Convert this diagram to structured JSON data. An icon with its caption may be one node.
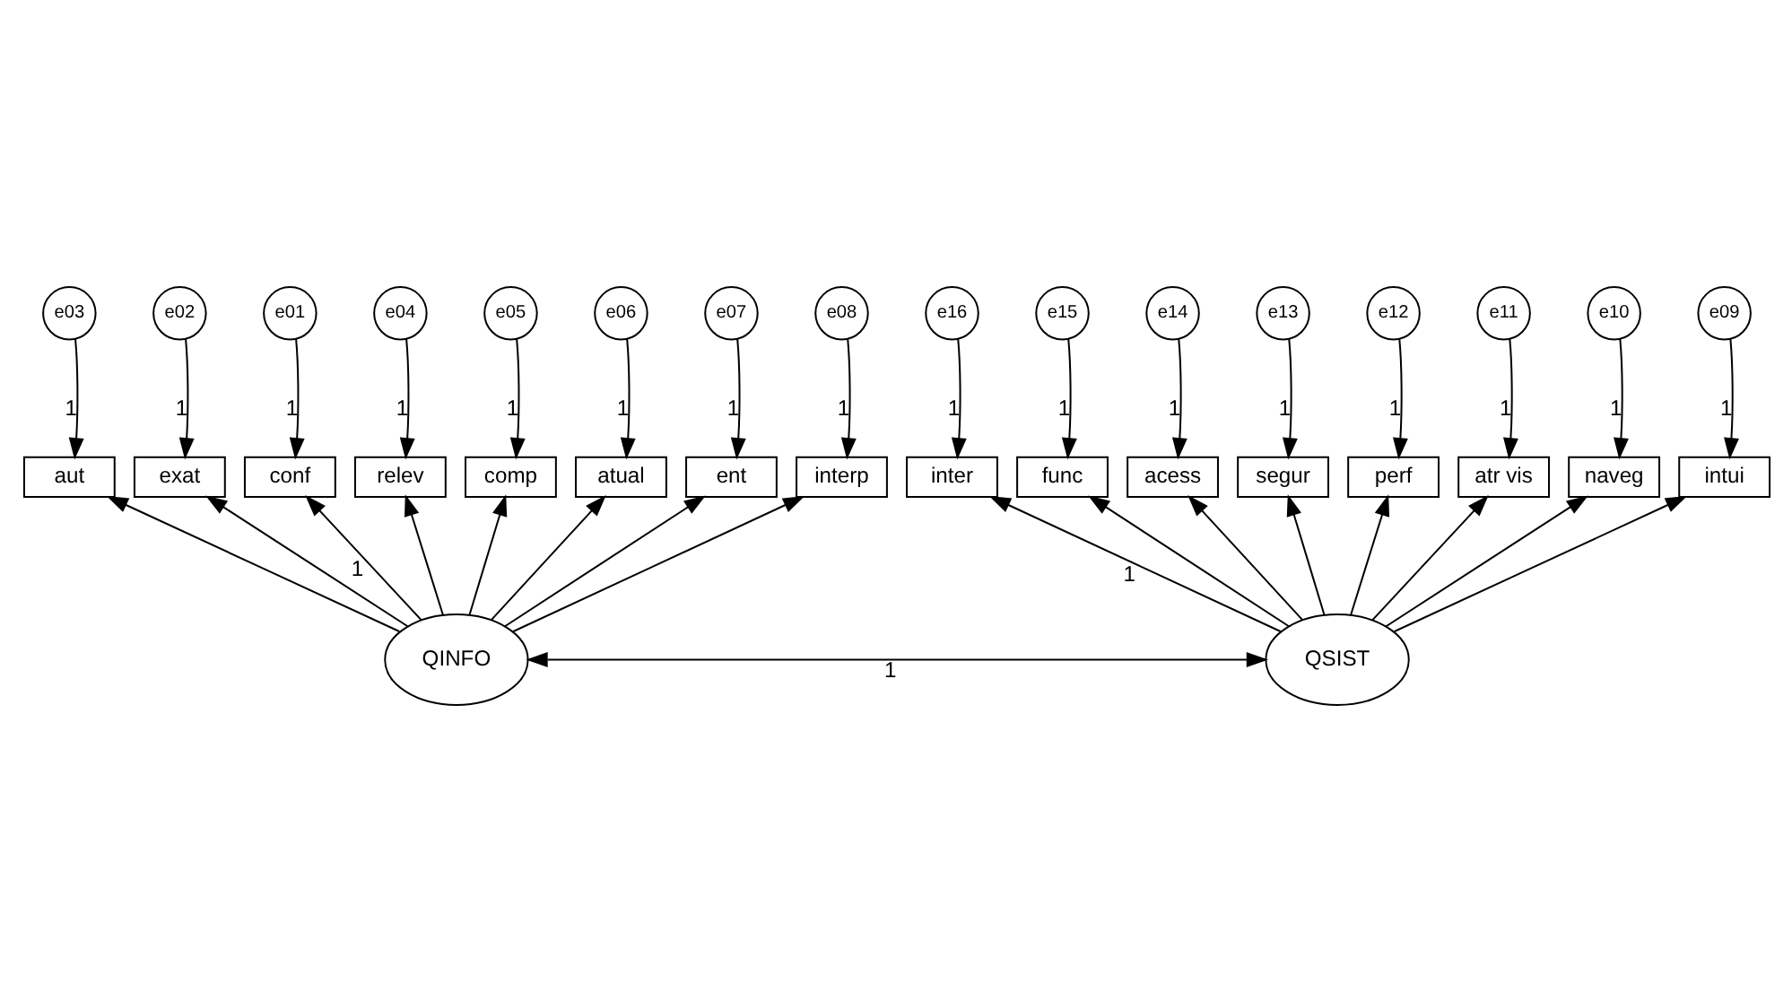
{
  "diagram": {
    "nodes": [
      {
        "text": [
          "e03"
        ]
      },
      {
        "text": [
          "e02"
        ]
      },
      {
        "text": [
          "e01"
        ]
      },
      {
        "text": [
          "e16"
        ]
      },
      {
        "text": [
          "e15"
        ]
      },
      {
        "text": [
          "e14"
        ]
      },
      {
        "text": [
          "aut"
        ]
      },
      {
        "text": [
          "exat"
        ]
      },
      {
        "text": [
          "conf"
        ]
      },
      {
        "text": [
          "inter"
        ]
      },
      {
        "text": [
          "func"
        ]
      },
      {
        "text": [
          "acess"
        ]
      },
      {
        "text": [
          "e04"
        ]
      },
      {
        "text": [
          "relev"
        ]
      },
      {
        "text": [
          "segur"
        ]
      },
      {
        "text": [
          "e13"
        ]
      },
      {
        "text": [
          "e05"
        ]
      },
      {
        "text": [
          "comp"
        ]
      },
      {
        "text": [
          "perf"
        ]
      },
      {
        "text": [
          "e12"
        ]
      },
      {
        "text": [
          "e06"
        ]
      },
      {
        "text": [
          "atual"
        ]
      },
      {
        "text": [
          "atr vis"
        ]
      },
      {
        "text": [
          "e11"
        ]
      },
      {
        "text": [
          "e07"
        ]
      },
      {
        "text": [
          "ent"
        ]
      },
      {
        "text": [
          "QINFO"
        ]
      },
      {
        "text": [
          "QSIST"
        ]
      },
      {
        "text": [
          "naveg"
        ]
      },
      {
        "text": [
          "e10"
        ]
      },
      {
        "text": [
          "e08"
        ]
      },
      {
        "text": [
          "interp"
        ]
      },
      {
        "text": [
          "intui"
        ]
      },
      {
        "text": [
          "e09"
        ]
      }
    ],
    "edges": [
      {
        "from": 0,
        "to": 6,
        "arrow": "to",
        "label": "1"
      },
      {
        "from": 1,
        "to": 7,
        "arrow": "to",
        "label": "1"
      },
      {
        "from": 2,
        "to": 8,
        "arrow": "to",
        "label": "1"
      },
      {
        "from": 3,
        "to": 9,
        "arrow": "to",
        "label": "1"
      },
      {
        "from": 4,
        "to": 10,
        "arrow": "to",
        "label": "1"
      },
      {
        "from": 5,
        "to": 11,
        "arrow": "to",
        "label": "1"
      },
      {
        "from": 12,
        "to": 13,
        "arrow": "to",
        "label": "1"
      },
      {
        "from": 15,
        "to": 14,
        "arrow": "to",
        "label": "1"
      },
      {
        "from": 16,
        "to": 17,
        "arrow": "to",
        "label": "1"
      },
      {
        "from": 19,
        "to": 18,
        "arrow": "to",
        "label": "1"
      },
      {
        "from": 20,
        "to": 21,
        "arrow": "to",
        "label": "1"
      },
      {
        "from": 23,
        "to": 22,
        "arrow": "to",
        "label": "1"
      },
      {
        "from": 24,
        "to": 25,
        "arrow": "to",
        "label": "1"
      },
      {
        "from": 29,
        "to": 28,
        "arrow": "to",
        "label": "1"
      },
      {
        "from": 30,
        "to": 31,
        "arrow": "to",
        "label": "1"
      },
      {
        "from": 33,
        "to": 32,
        "arrow": "to",
        "label": "1"
      },
      {
        "from": 26,
        "to": 6,
        "arrow": "to"
      },
      {
        "from": 26,
        "to": 7,
        "arrow": "to"
      },
      {
        "from": 26,
        "to": 8,
        "arrow": "to",
        "label": "1"
      },
      {
        "from": 26,
        "to": 13,
        "arrow": "to"
      },
      {
        "from": 26,
        "to": 17,
        "arrow": "to"
      },
      {
        "from": 26,
        "to": 21,
        "arrow": "to"
      },
      {
        "from": 26,
        "to": 25,
        "arrow": "to"
      },
      {
        "from": 26,
        "to": 31,
        "arrow": "to"
      },
      {
        "from": 27,
        "to": 9,
        "arrow": "to",
        "label": "1"
      },
      {
        "from": 27,
        "to": 10,
        "arrow": "to"
      },
      {
        "from": 27,
        "to": 11,
        "arrow": "to"
      },
      {
        "from": 27,
        "to": 14,
        "arrow": "to"
      },
      {
        "from": 27,
        "to": 18,
        "arrow": "to"
      },
      {
        "from": 27,
        "to": 22,
        "arrow": "to"
      },
      {
        "from": 27,
        "to": 28,
        "arrow": "to"
      },
      {
        "from": 27,
        "to": 32,
        "arrow": "to"
      },
      {
        "from": 26,
        "to": 27,
        "arrow": "both",
        "label": "1"
      }
    ]
  }
}
